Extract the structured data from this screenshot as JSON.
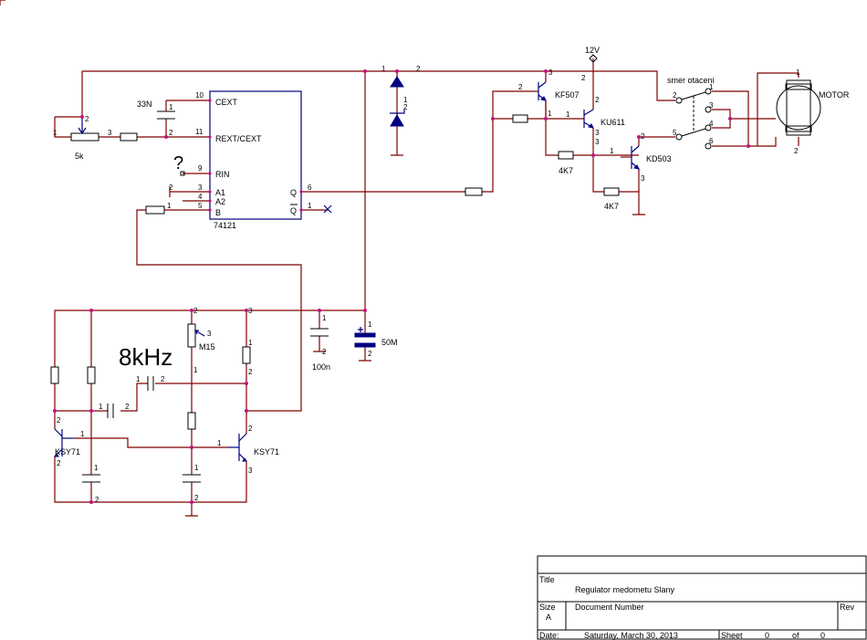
{
  "schematic": {
    "annotation_frequency": "8kHz",
    "annotation_question": "?",
    "supply_label": "12V",
    "switch_label": "smer otaceni",
    "motor_label": "MOTOR",
    "ic": {
      "part": "74121",
      "pins": [
        {
          "num": "10",
          "name": "CEXT"
        },
        {
          "num": "11",
          "name": "REXT/CEXT"
        },
        {
          "num": "9",
          "name": "RIN"
        },
        {
          "num": "3",
          "name": "A1"
        },
        {
          "num": "4",
          "name": "A2"
        },
        {
          "num": "5",
          "name": "B"
        },
        {
          "num": "6",
          "name": "Q"
        },
        {
          "num": "1",
          "name": "Q"
        }
      ]
    },
    "components": {
      "cap_33n": "33N",
      "pot_5k": "5k",
      "res_4k7_a": "4K7",
      "res_4k7_b": "4K7",
      "transistor_kf507": "KF507",
      "transistor_ku611": "KU611",
      "transistor_kd503": "KD503",
      "transistor_ksy71_left": "KSY71",
      "transistor_ksy71_right": "KSY71",
      "pot_m15": "M15",
      "cap_100n": "100n",
      "cap_50m": "50M"
    },
    "pin_numbers": [
      "1",
      "2",
      "3",
      "1",
      "2",
      "1",
      "2",
      "1",
      "2",
      "3",
      "2",
      "1",
      "1",
      "2",
      "3",
      "2",
      "3",
      "1",
      "2",
      "3",
      "4",
      "5",
      "6",
      "1",
      "2",
      "1",
      "2",
      "2",
      "1",
      "1",
      "2",
      "2",
      "1",
      "3",
      "1",
      "2",
      "1",
      "2",
      "1",
      "2",
      "1",
      "2",
      "3",
      "1",
      "2",
      "1",
      "2",
      "1",
      "2",
      "3",
      "2",
      "1",
      "3",
      "2"
    ]
  },
  "title_block": {
    "title_label": "Title",
    "title_value": "Regulator medometu Slany",
    "size_label": "Size",
    "size_value": "A",
    "docnum_label": "Document Number",
    "rev_label": "Rev",
    "date_label": "Date:",
    "date_value": "Saturday, March 30, 2013",
    "sheet_label": "Sheet",
    "sheet_value": "0",
    "of_label": "of",
    "of_value": "0"
  }
}
